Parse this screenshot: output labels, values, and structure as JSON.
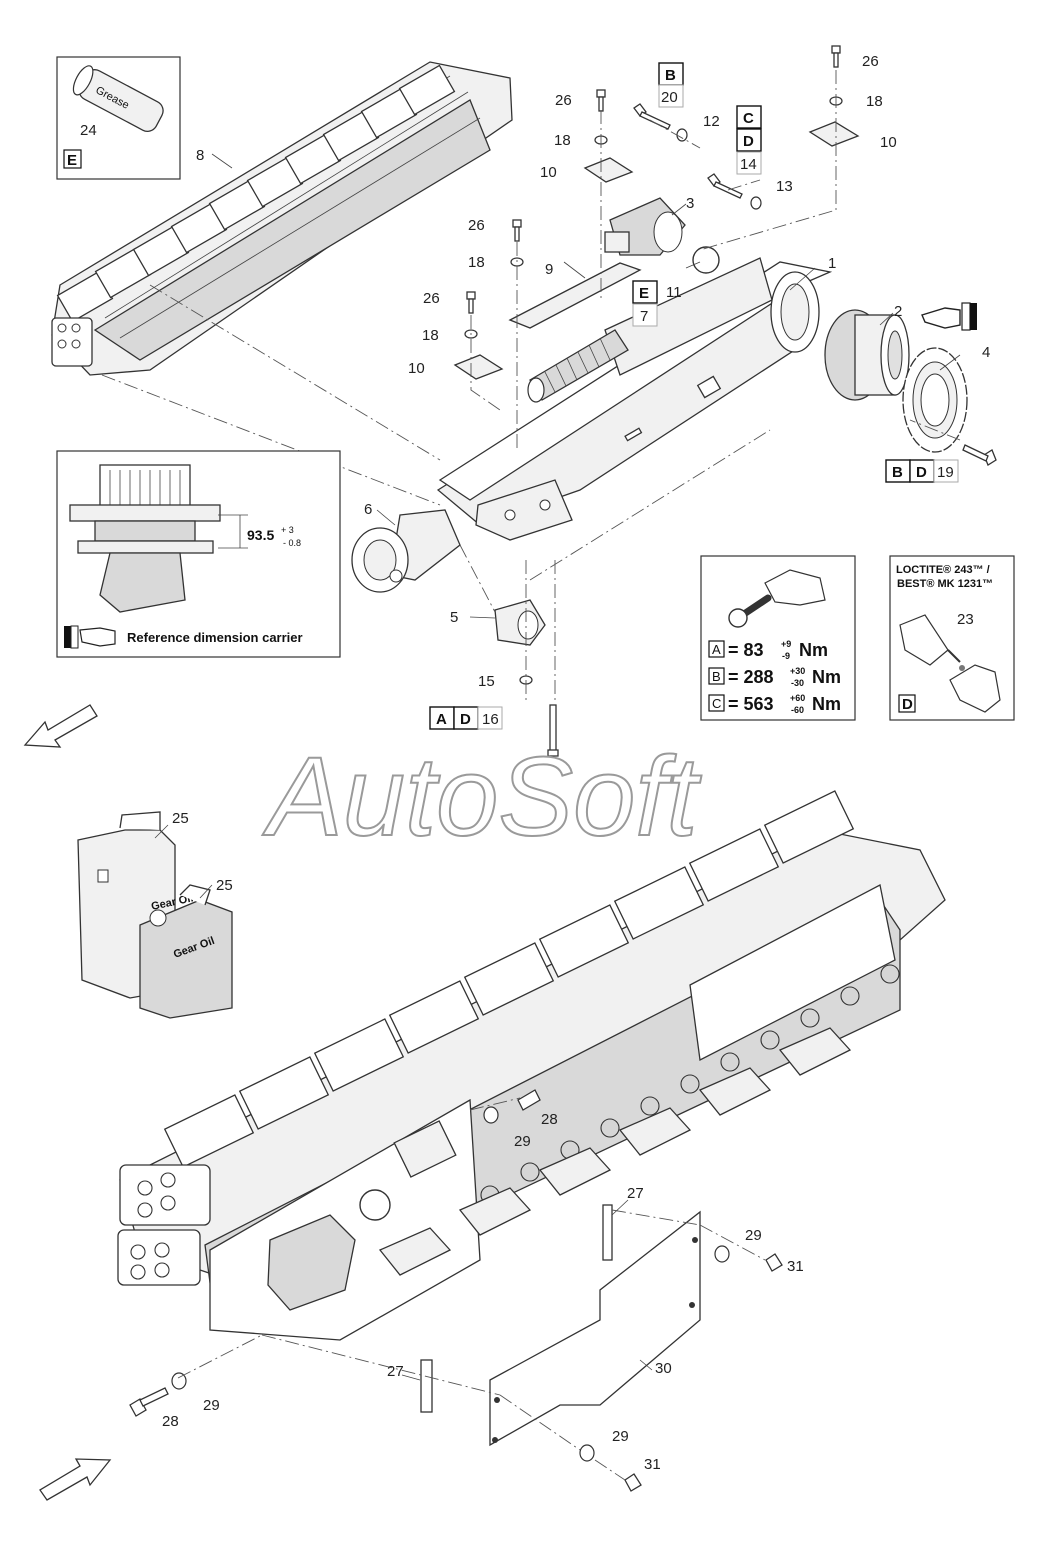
{
  "watermark": "AutoSoft",
  "callouts": {
    "c1": "1",
    "c2": "2",
    "c3": "3",
    "c4": "4",
    "c5": "5",
    "c6": "6",
    "c7": "7",
    "c8": "8",
    "c9": "9",
    "c10a": "10",
    "c10b": "10",
    "c10c": "10",
    "c11": "11",
    "c12": "12",
    "c13": "13",
    "c14": "14",
    "c15": "15",
    "c16": "16",
    "c18a": "18",
    "c18b": "18",
    "c18c": "18",
    "c18d": "18",
    "c19": "19",
    "c20": "20",
    "c23": "23",
    "c24": "24",
    "c25a": "25",
    "c25b": "25",
    "c26a": "26",
    "c26b": "26",
    "c26c": "26",
    "c26d": "26",
    "c27a": "27",
    "c27b": "27",
    "c28a": "28",
    "c28b": "28",
    "c29a": "29",
    "c29b": "29",
    "c29c": "29",
    "c29d": "29",
    "c30": "30",
    "c31a": "31",
    "c31b": "31"
  },
  "letter_boxes": {
    "b20": "B",
    "c14": "C",
    "d14": "D",
    "e7": "E",
    "b19": "B",
    "d19": "D",
    "a16": "A",
    "d16": "D",
    "e24": "E"
  },
  "grease_label": "Grease",
  "gear_oil_label_1": "Gear Oil",
  "gear_oil_label_2": "Gear Oil",
  "reference_panel": {
    "dimension_value": "93.5",
    "tol_upper": "+ 3",
    "tol_lower": "- 0.8",
    "caption": "Reference dimension carrier"
  },
  "torque_panel": {
    "rows": [
      {
        "letter": "A",
        "value": "= 83",
        "tol_upper": "+9",
        "tol_lower": "-9",
        "unit": "Nm"
      },
      {
        "letter": "B",
        "value": "= 288",
        "tol_upper": "+30",
        "tol_lower": "-30",
        "unit": "Nm"
      },
      {
        "letter": "C",
        "value": "= 563",
        "tol_upper": "+60",
        "tol_lower": "-60",
        "unit": "Nm"
      }
    ]
  },
  "loctite_panel": {
    "line1": "LOCTITE® 243™ /",
    "line2": "BEST® MK 1231™",
    "callout": "23",
    "letter": "D"
  }
}
